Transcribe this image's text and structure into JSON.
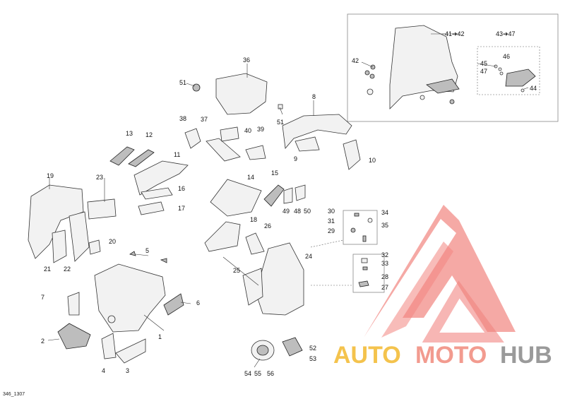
{
  "callouts": [
    {
      "id": "c1",
      "text": "1"
    },
    {
      "id": "c2",
      "text": "2"
    },
    {
      "id": "c3",
      "text": "3"
    },
    {
      "id": "c4",
      "text": "4"
    },
    {
      "id": "c5",
      "text": "5"
    },
    {
      "id": "c6",
      "text": "6"
    },
    {
      "id": "c7",
      "text": "7"
    },
    {
      "id": "c8",
      "text": "8"
    },
    {
      "id": "c9",
      "text": "9"
    },
    {
      "id": "c10",
      "text": "10"
    },
    {
      "id": "c11",
      "text": "11"
    },
    {
      "id": "c12",
      "text": "12"
    },
    {
      "id": "c13",
      "text": "13"
    },
    {
      "id": "c14",
      "text": "14"
    },
    {
      "id": "c15",
      "text": "15"
    },
    {
      "id": "c16",
      "text": "16"
    },
    {
      "id": "c17",
      "text": "17"
    },
    {
      "id": "c18",
      "text": "18"
    },
    {
      "id": "c19",
      "text": "19"
    },
    {
      "id": "c20",
      "text": "20"
    },
    {
      "id": "c21",
      "text": "21"
    },
    {
      "id": "c22",
      "text": "22"
    },
    {
      "id": "c23",
      "text": "23"
    },
    {
      "id": "c24",
      "text": "24"
    },
    {
      "id": "c25",
      "text": "25"
    },
    {
      "id": "c26",
      "text": "26"
    },
    {
      "id": "c27",
      "text": "27"
    },
    {
      "id": "c28",
      "text": "28"
    },
    {
      "id": "c29",
      "text": "29"
    },
    {
      "id": "c30",
      "text": "30"
    },
    {
      "id": "c31",
      "text": "31"
    },
    {
      "id": "c32",
      "text": "32"
    },
    {
      "id": "c33",
      "text": "33"
    },
    {
      "id": "c34",
      "text": "34"
    },
    {
      "id": "c35",
      "text": "35"
    },
    {
      "id": "c36",
      "text": "36"
    },
    {
      "id": "c37",
      "text": "37"
    },
    {
      "id": "c38",
      "text": "38"
    },
    {
      "id": "c39",
      "text": "39"
    },
    {
      "id": "c40",
      "text": "40"
    },
    {
      "id": "c41",
      "text": "41➔42"
    },
    {
      "id": "c42",
      "text": "42"
    },
    {
      "id": "c43",
      "text": "43➔47"
    },
    {
      "id": "c44",
      "text": "44"
    },
    {
      "id": "c45",
      "text": "45"
    },
    {
      "id": "c46",
      "text": "46"
    },
    {
      "id": "c47",
      "text": "47"
    },
    {
      "id": "c48",
      "text": "48"
    },
    {
      "id": "c49",
      "text": "49"
    },
    {
      "id": "c50",
      "text": "50"
    },
    {
      "id": "c51a",
      "text": "51"
    },
    {
      "id": "c51b",
      "text": "51"
    },
    {
      "id": "c52",
      "text": "52"
    },
    {
      "id": "c53",
      "text": "53"
    },
    {
      "id": "c54",
      "text": "54"
    },
    {
      "id": "c55",
      "text": "55"
    },
    {
      "id": "c56",
      "text": "56"
    }
  ],
  "drawing_code": "346_1307",
  "watermark": {
    "brand_part1": "AUTO",
    "brand_part2": "MOTO",
    "brand_part3": "HUB",
    "color_part1": "#f4c34d",
    "color_part2": "#f29b8f",
    "color_part3": "#9a9a9a",
    "logo_color": "#ef6f6a"
  }
}
